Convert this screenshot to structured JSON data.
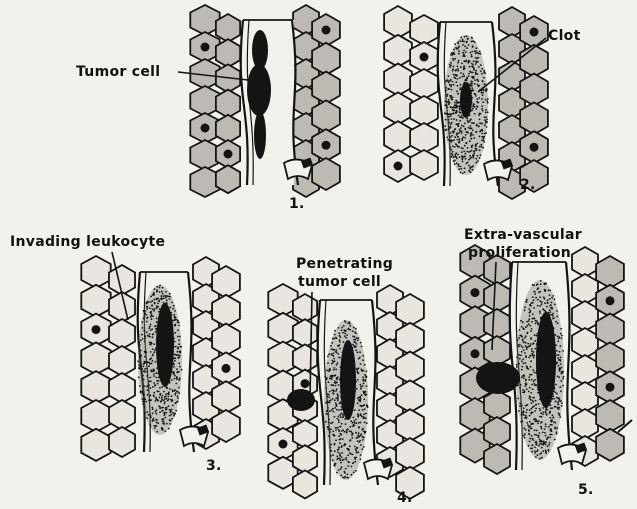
{
  "labels": {
    "tumor_cell": "Tumor cell",
    "clot": "Clot",
    "invading_leukocyte": "Invading leukocyte",
    "penetrating_line1": "Penetrating",
    "penetrating_line2": "tumor cell",
    "extravascular_line1": "Extra-vascular",
    "extravascular_line2": "proliferation"
  },
  "stages": [
    "1.",
    "2.",
    "3.",
    "4.",
    "5."
  ],
  "colors": {
    "ink": "#141414",
    "paper": "#f3f1ec",
    "cell_fill": "#e9e6df",
    "cell_shade": "#bdbab3"
  }
}
